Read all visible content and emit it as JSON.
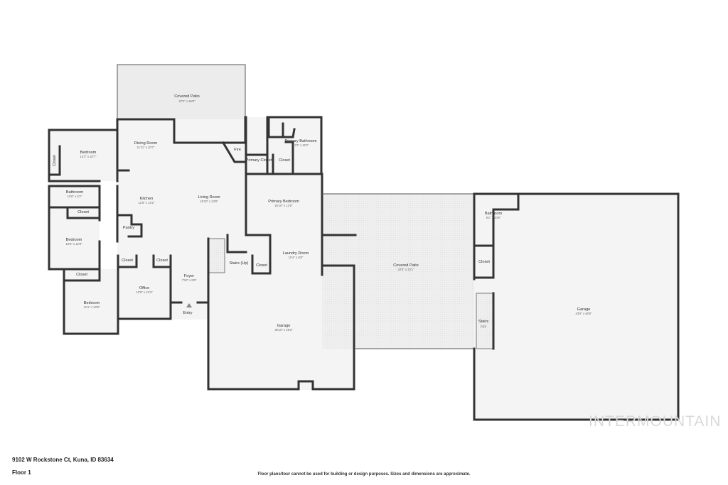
{
  "footer": {
    "address": "9102 W Rockstone Ct, Kuna, ID 83634",
    "floor": "Floor 1",
    "disclaimer": "Floor plans/tour cannot be used for building or design purposes. Sizes and dimensions are approximate."
  },
  "watermark": "INTERMOUNTAIN",
  "rooms": {
    "covered_patio_top": {
      "name": "Covered Patio",
      "dim": "27'4\" x 16'9\""
    },
    "dining_room": {
      "name": "Dining Room",
      "dim": "11'11\" x 10'7\""
    },
    "bedroom_1": {
      "name": "Bedroom",
      "dim": "14'3\" x 10'7\""
    },
    "closet_1": {
      "name": "Closet"
    },
    "fire": {
      "name": "Fire"
    },
    "primary_closet": {
      "name": "Primary Closet"
    },
    "closet_2": {
      "name": "Closet"
    },
    "primary_bathroom": {
      "name": "Primary Bathroom",
      "dim": "11'2\" x 11'5\""
    },
    "bathroom_1": {
      "name": "Bathroom",
      "dim": "10'6\" x 5'2\""
    },
    "kitchen": {
      "name": "Kitchen",
      "dim": "11'6\" x 14'2\""
    },
    "living_room": {
      "name": "Living Room",
      "dim": "15'10\" x 23'6\""
    },
    "primary_bedroom": {
      "name": "Primary Bedroom",
      "dim": "15'10\" x 12'5\""
    },
    "closet_3": {
      "name": "Closet"
    },
    "bedroom_2": {
      "name": "Bedroom",
      "dim": "10'5\" x 12'9\""
    },
    "pantry": {
      "name": "Pantry"
    },
    "stairs_up_1": {
      "name": "Stairs (Up)"
    },
    "closet_4": {
      "name": "Closet"
    },
    "laundry_room": {
      "name": "Laundry Room",
      "dim": "10'4\" x 8'6\""
    },
    "closet_5": {
      "name": "Closet"
    },
    "closet_6": {
      "name": "Closet"
    },
    "closet_7": {
      "name": "Closet"
    },
    "foyer": {
      "name": "Foyer",
      "dim": "7'10\" x 9'9\""
    },
    "closet_8": {
      "name": "Closet"
    },
    "office": {
      "name": "Office",
      "dim": "10'9\" x 13'4\""
    },
    "bedroom_3": {
      "name": "Bedroom",
      "dim": "11'1\" x 13'8\""
    },
    "entry": {
      "name": "Entry"
    },
    "garage_1": {
      "name": "Garage",
      "dim": "30'10\" x 26'2\""
    },
    "covered_patio_mid": {
      "name": "Covered Patio",
      "dim": "32'5\" x 33'1\""
    },
    "bathroom_2": {
      "name": "Bathroom",
      "dim": "9'1\" x 10'9\""
    },
    "closet_9": {
      "name": "Closet"
    },
    "stairs_up_2": {
      "name": "Stairs",
      "sub": "(Up)"
    },
    "garage_2": {
      "name": "Garage",
      "dim": "43'5\" x 46'6\""
    }
  }
}
